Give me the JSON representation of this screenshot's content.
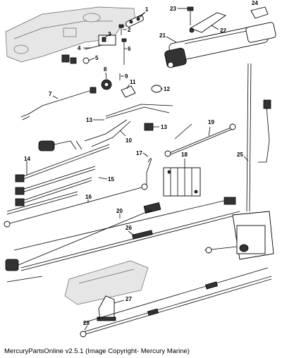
{
  "caption": "MercuryPartsOnline v2.5.1 (Image Copyright- Mercury Marine)",
  "callouts": [
    "1",
    "2",
    "3",
    "4",
    "5",
    "6",
    "7",
    "8",
    "9",
    "10",
    "11",
    "12",
    "13",
    "13",
    "14",
    "15",
    "16",
    "17",
    "18",
    "19",
    "20",
    "21",
    "22",
    "23",
    "24",
    "25",
    "26",
    "27",
    "28"
  ]
}
